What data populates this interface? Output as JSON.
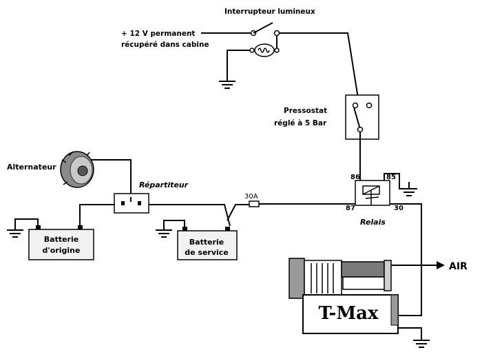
{
  "labels": {
    "light_switch": "Interrupteur lumineux",
    "source_line1": "+ 12 V permanent",
    "source_line2": "récupéré dans cabine",
    "pressure_line1": "Pressostat",
    "pressure_line2": "réglé à 5 Bar",
    "alternator": "Alternateur",
    "splitter": "Répartiteur",
    "fuse": "30A",
    "relay": "Relais",
    "relay_pin_86": "86",
    "relay_pin_85": "85",
    "relay_pin_87": "87",
    "relay_pin_30": "30",
    "battery_original_line1": "Batterie",
    "battery_original_line2": "d'origine",
    "battery_service_line1": "Batterie",
    "battery_service_line2": "de service",
    "compressor": "T-Max",
    "air_output": "AIR"
  },
  "colors": {
    "background": "#ffffff",
    "line": "#000000",
    "box_fill": "#f2f2f2"
  }
}
